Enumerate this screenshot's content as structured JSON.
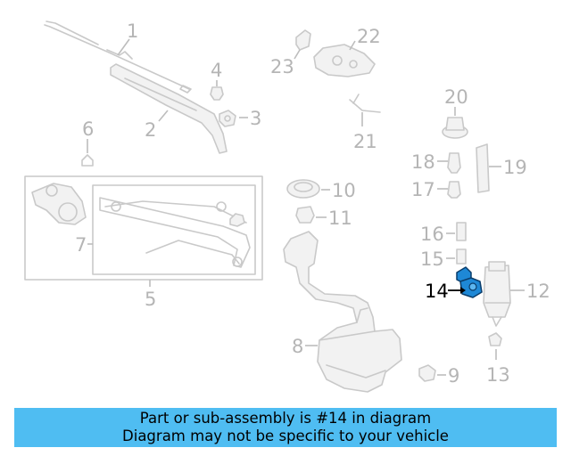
{
  "callouts": {
    "c1": "1",
    "c2": "2",
    "c3": "3",
    "c4": "4",
    "c5": "5",
    "c6": "6",
    "c7": "7",
    "c8": "8",
    "c9": "9",
    "c10": "10",
    "c11": "11",
    "c12": "12",
    "c13": "13",
    "c14": "14",
    "c15": "15",
    "c16": "16",
    "c17": "17",
    "c18": "18",
    "c19": "19",
    "c20": "20",
    "c21": "21",
    "c22": "22",
    "c23": "23"
  },
  "highlight": {
    "part_number": "14",
    "color": "#1e88d6"
  },
  "banner": {
    "line1": "Part or sub-assembly is #14 in diagram",
    "line2": "Diagram may not be specific to your vehicle",
    "background": "#4fbdf2"
  }
}
